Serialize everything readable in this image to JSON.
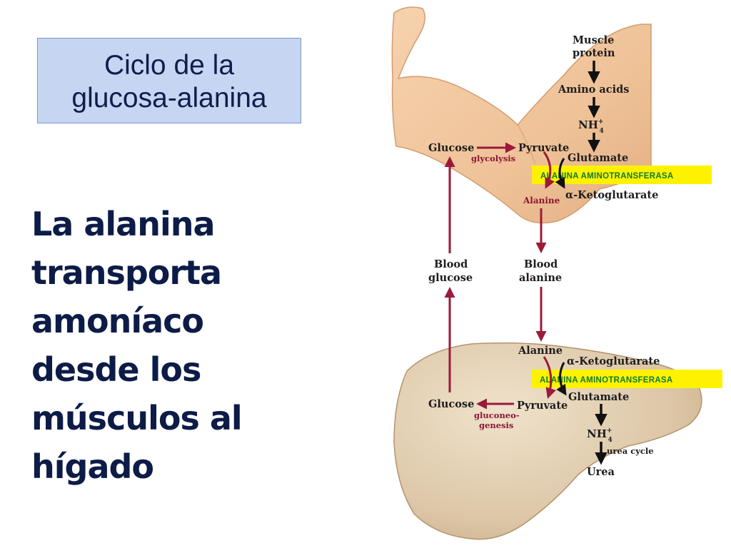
{
  "title": "Ciclo de la\nglucosa-alanina",
  "body_lines": [
    "La alanina",
    "transporta",
    "amoníaco",
    "desde los",
    "músculos al",
    "hígado"
  ],
  "diagram": {
    "muscle": {
      "protein_line1": "Muscle",
      "protein_line2": "protein",
      "amino_acids": "Amino acids",
      "nh4": "NH",
      "nh4_sup": "+",
      "nh4_sub": "4",
      "glucose": "Glucose",
      "glycolysis": "glycolysis",
      "pyruvate": "Pyruvate",
      "glutamate": "Glutamate",
      "alanine": "Alanine",
      "ketoglutarate": "α-Ketoglutarate",
      "enzyme": "ALANINA  AMINOTRANSFERASA"
    },
    "blood": {
      "glucose_line1": "Blood",
      "glucose_line2": "glucose",
      "alanine_line1": "Blood",
      "alanine_line2": "alanine"
    },
    "liver": {
      "alanine": "Alanine",
      "ketoglutarate": "α-Ketoglutarate",
      "enzyme": "ALANINA  AMINOTRANSFERASA",
      "glutamate": "Glutamate",
      "glucose": "Glucose",
      "pyruvate": "Pyruvate",
      "gluconeo_line1": "gluconeo-",
      "gluconeo_line2": "genesis",
      "nh4": "NH",
      "nh4_sup": "+",
      "nh4_sub": "4",
      "urea_cycle": "urea cycle",
      "urea": "Urea"
    }
  },
  "colors": {
    "title_bg": "#c6d5f1",
    "body_text": "#0c1c47",
    "arm_skin": "#f0c59d",
    "liver": "#dcc6a6",
    "pathway_red": "#9b1a3a",
    "enzyme_bg": "#fff200",
    "enzyme_text": "#0b7d2a"
  }
}
